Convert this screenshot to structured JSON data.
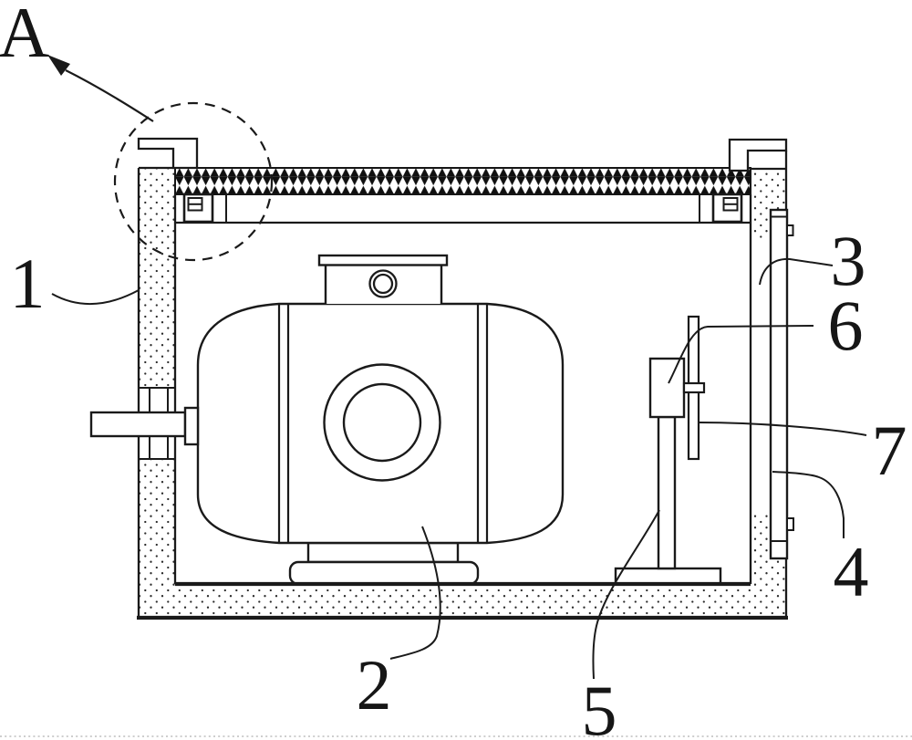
{
  "figure": {
    "detail_marker": {
      "text": "A"
    },
    "part_labels": [
      {
        "text": "1"
      },
      {
        "text": "2"
      },
      {
        "text": "3"
      },
      {
        "text": "4"
      },
      {
        "text": "5"
      },
      {
        "text": "6"
      },
      {
        "text": "7"
      }
    ],
    "colors": {
      "line": "#1a1a1a",
      "background": "#ffffff"
    }
  }
}
